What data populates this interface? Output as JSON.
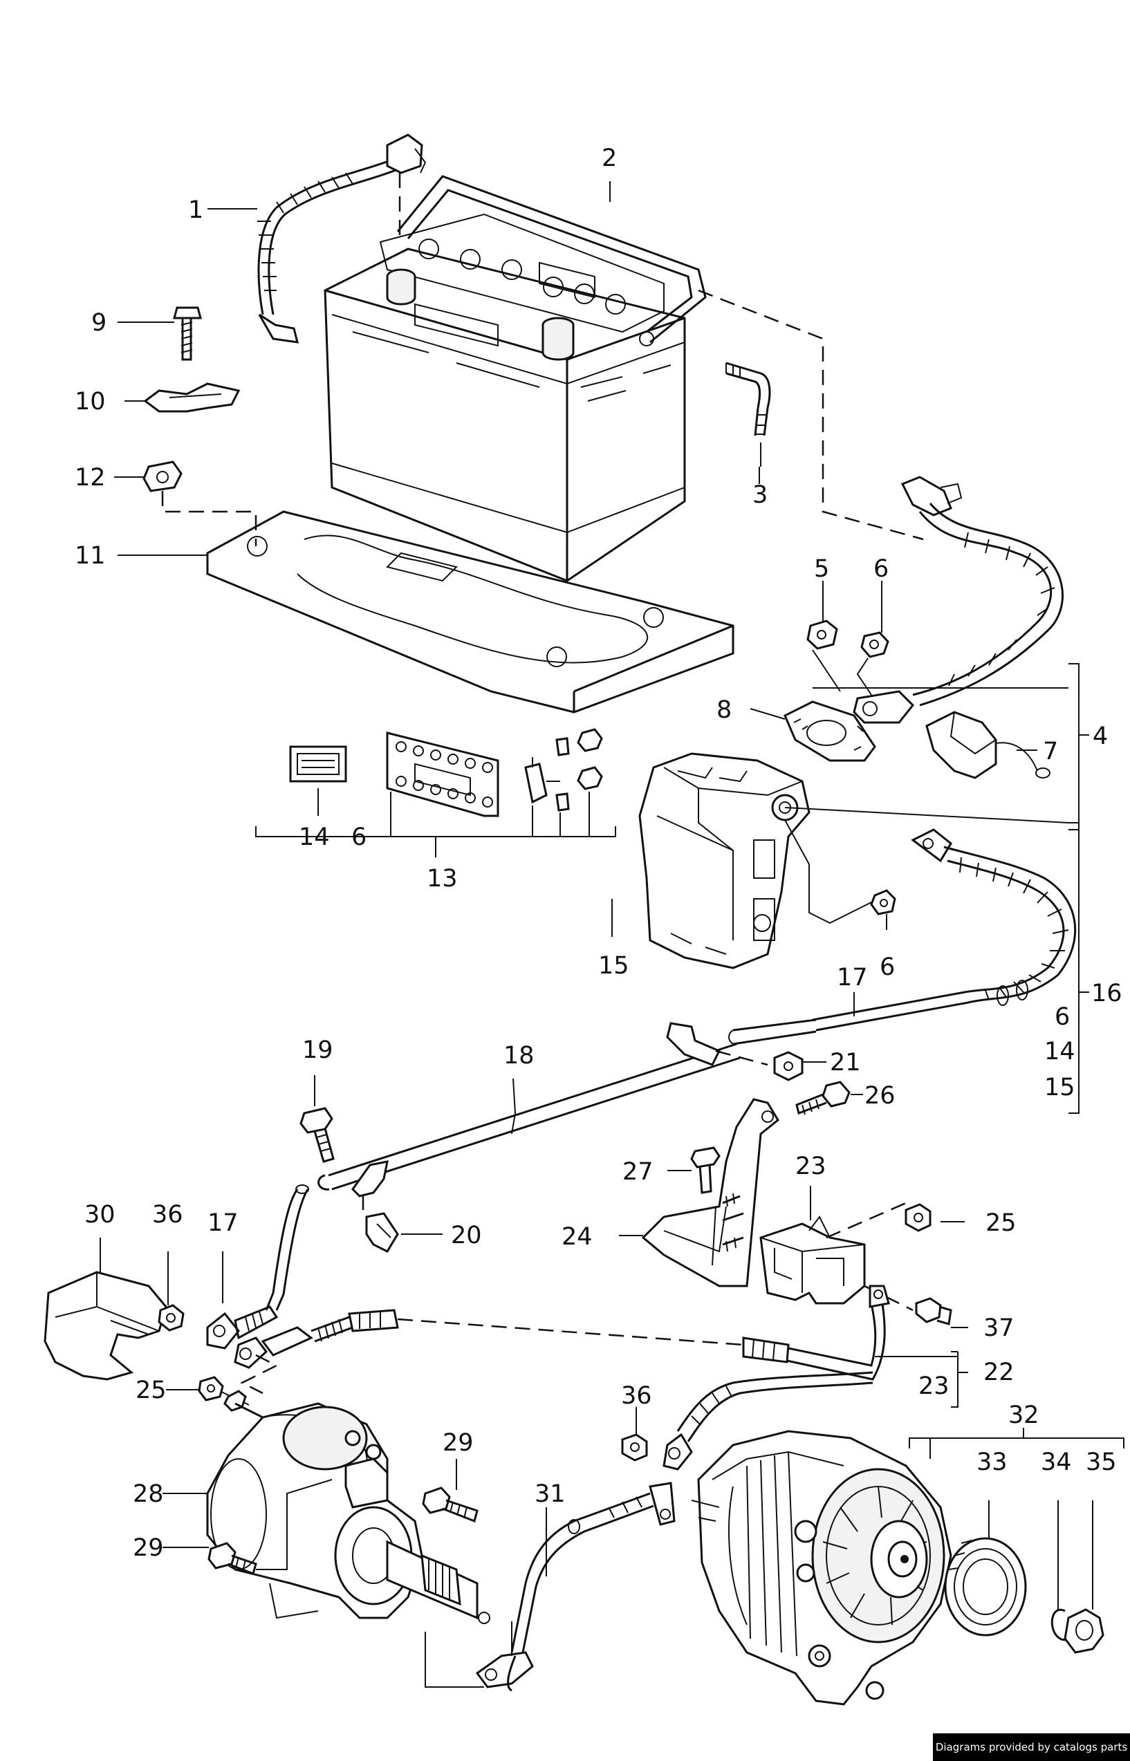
{
  "labels": {
    "l1": "1",
    "l2": "2",
    "l3": "3",
    "l4": "4",
    "l5": "5",
    "l6a": "6",
    "l6b": "6",
    "l6c": "6",
    "l6d": "6",
    "l7": "7",
    "l8": "8",
    "l9": "9",
    "l10": "10",
    "l11": "11",
    "l12": "12",
    "l13": "13",
    "l14a": "14",
    "l14b": "14",
    "l15a": "15",
    "l15b": "15",
    "l16": "16",
    "l17a": "17",
    "l17b": "17",
    "l18": "18",
    "l19": "19",
    "l20": "20",
    "l21": "21",
    "l22": "22",
    "l23a": "23",
    "l23b": "23",
    "l24": "24",
    "l25a": "25",
    "l25b": "25",
    "l26": "26",
    "l27": "27",
    "l28": "28",
    "l29a": "29",
    "l29b": "29",
    "l30": "30",
    "l31": "31",
    "l32": "32",
    "l33": "33",
    "l34": "34",
    "l35": "35",
    "l36a": "36",
    "l36b": "36",
    "l37": "37"
  },
  "credit": "Diagrams provided by catalogs parts"
}
